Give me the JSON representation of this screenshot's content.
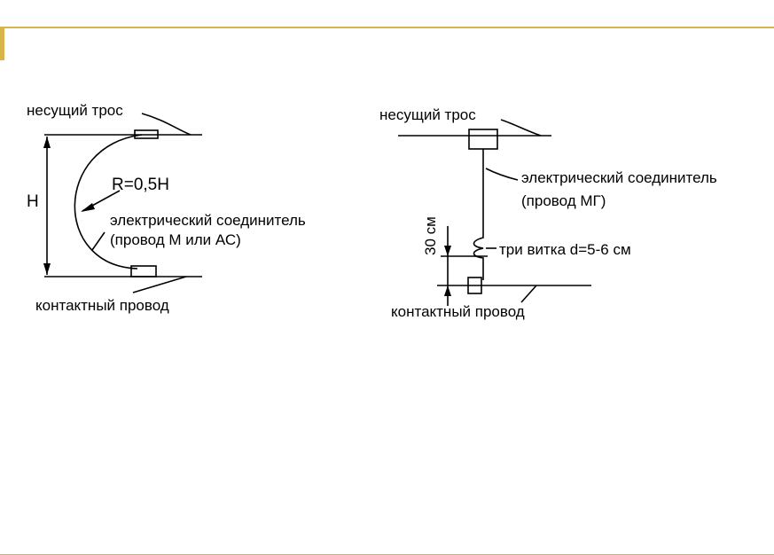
{
  "colors": {
    "accent": "#d9b44a",
    "ink": "#000000"
  },
  "left_diagram": {
    "label_messenger": "несущий трос",
    "label_height": "H",
    "label_radius": "R=0,5H",
    "label_connector": "электрический соединитель",
    "label_connector_type": "(провод М или АС)",
    "label_contact_wire": "контактный провод"
  },
  "right_diagram": {
    "label_messenger": "несущий трос",
    "label_connector": "электрический соединитель",
    "label_connector_type": "(провод МГ)",
    "label_distance": "30 см",
    "label_turns": "три витка d=5-6 см",
    "label_contact_wire": "контактный провод"
  }
}
